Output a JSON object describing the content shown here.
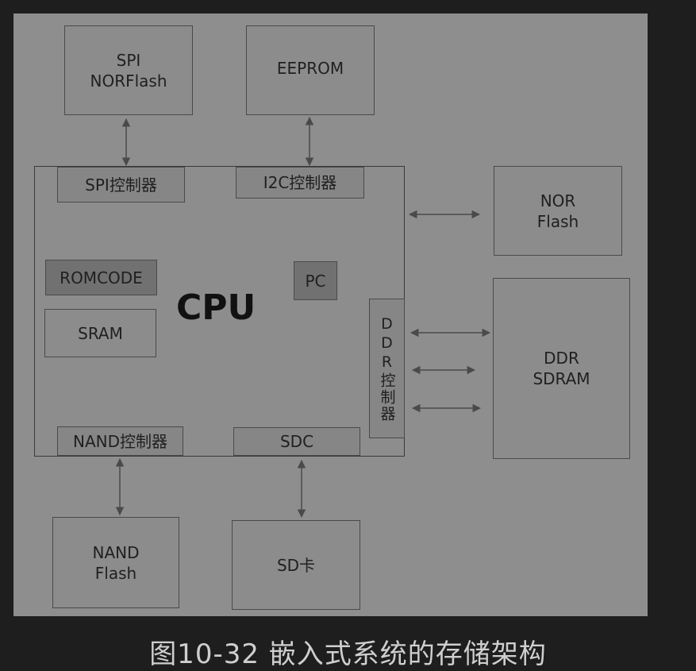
{
  "blocks": {
    "spi_norflash": "SPI\nNORFlash",
    "eeprom": "EEPROM",
    "spi_ctrl": "SPI控制器",
    "i2c_ctrl": "I2C控制器",
    "nor_flash": "NOR\nFlash",
    "romcode": "ROMCODE",
    "pc": "PC",
    "cpu": "CPU",
    "sram": "SRAM",
    "ddr_ctrl": "DDR控制器",
    "ddr_sdram": "DDR\nSDRAM",
    "nand_ctrl": "NAND控制器",
    "sdc": "SDC",
    "nand_flash": "NAND\nFlash",
    "sd_card": "SD卡"
  },
  "caption": "图10-32 嵌入式系统的存储架构",
  "colors": {
    "background": "#1e1e1e",
    "panel": "#8e8e8e",
    "arrow": "#4a4a4a"
  }
}
